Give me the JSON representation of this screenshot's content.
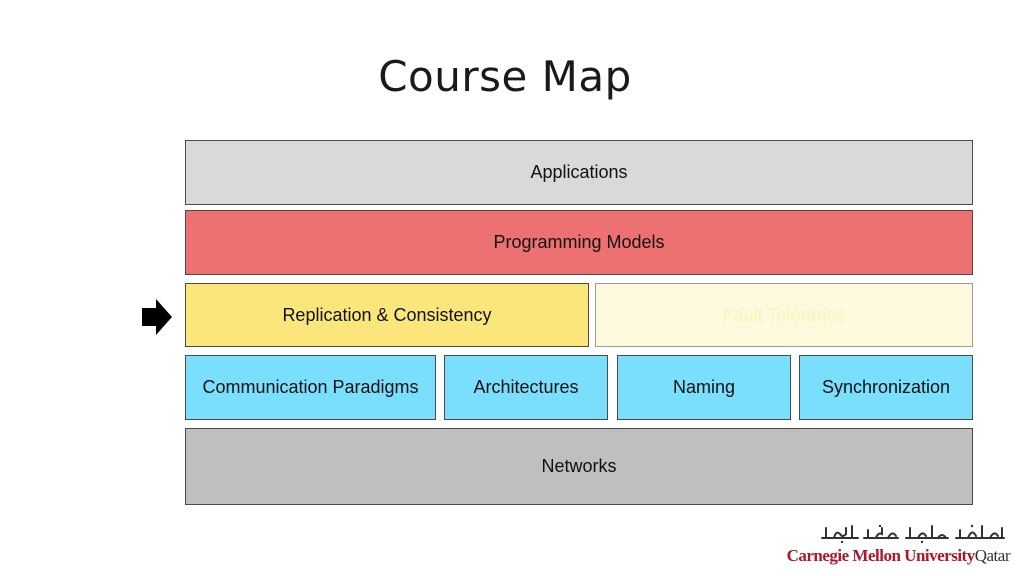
{
  "title": "Course Map",
  "layers": {
    "applications": "Applications",
    "programming_models": "Programming Models",
    "replication": "Replication & Consistency",
    "fault_tolerance": "Fault Tolerance",
    "communication": "Communication Paradigms",
    "architectures": "Architectures",
    "naming": "Naming",
    "synchronization": "Synchronization",
    "networks": "Networks"
  },
  "colors": {
    "applications": "#d9d9d9",
    "programming_models": "#ed7171",
    "replication": "#fae67a",
    "fault_tolerance": "#fdf9dc",
    "fault_tolerance_text": "#fdf3b8",
    "core": "#7adffc",
    "networks": "#bfbfbf"
  },
  "logo": {
    "arabic": "جامعة كارنيجي ميلون في قطر",
    "name": "Carnegie Mellon University",
    "location": "Qatar"
  }
}
